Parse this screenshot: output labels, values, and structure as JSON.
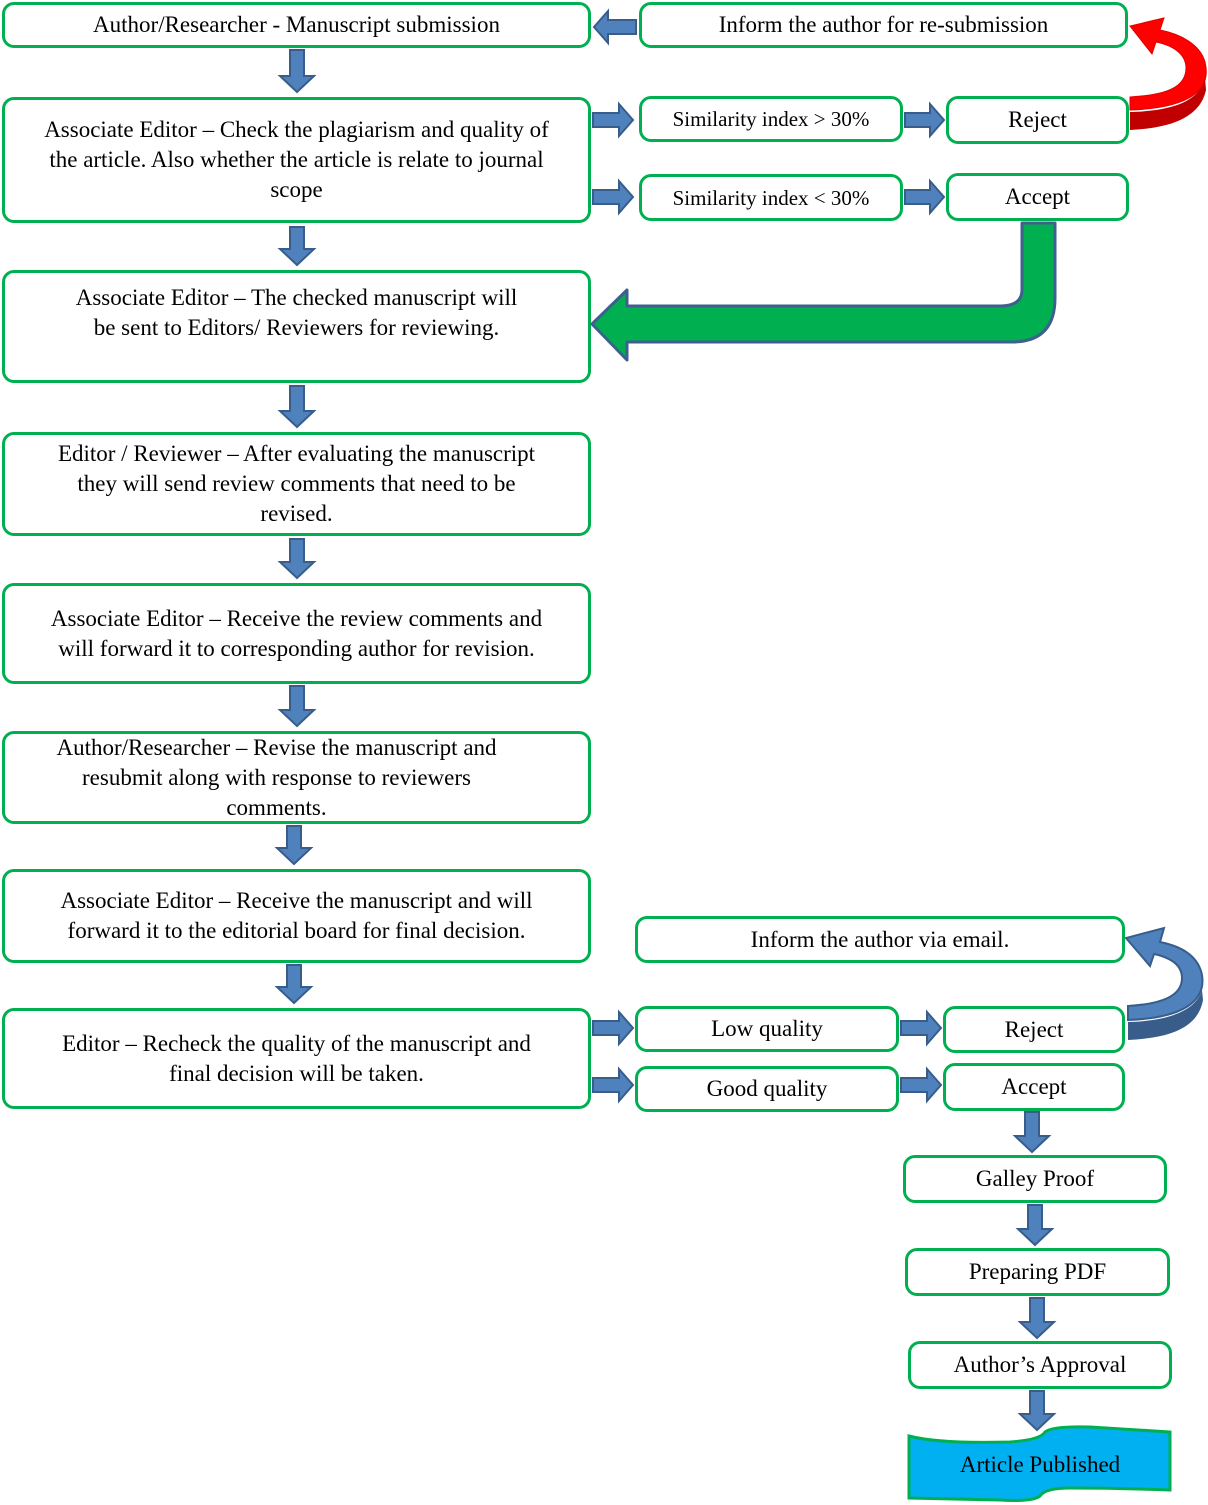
{
  "diagram": {
    "type": "flowchart",
    "title": "",
    "main_flow": [
      {
        "id": "submission",
        "text": "Author/Researcher - Manuscript submission"
      },
      {
        "id": "plagiarism-check",
        "text": "Associate Editor – Check the plagiarism and quality of the article. Also whether the article is relate to journal scope"
      },
      {
        "id": "send-to-reviewers",
        "text": "Associate Editor – The checked manuscript will be sent to Editors/ Reviewers for reviewing."
      },
      {
        "id": "review",
        "text": "Editor / Reviewer – After evaluating the manuscript they will send review comments that need to be revised."
      },
      {
        "id": "forward-comments",
        "text": "Associate Editor – Receive the review comments and will forward it to corresponding author for revision."
      },
      {
        "id": "revise",
        "text": "Author/Researcher – Revise the manuscript and resubmit along with response to reviewers comments."
      },
      {
        "id": "forward-board",
        "text": "Associate Editor – Receive the manuscript and will forward it to the editorial board for final decision."
      },
      {
        "id": "final-decision",
        "text": "Editor – Recheck the quality of the manuscript and final decision will be taken."
      }
    ],
    "similarity_branch": {
      "inform_resubmission": "Inform the author for re-submission",
      "high": "Similarity index > 30%",
      "low": "Similarity index < 30%",
      "reject": "Reject",
      "accept": "Accept"
    },
    "quality_branch": {
      "inform_email": "Inform the author via email.",
      "low": "Low quality",
      "good": "Good quality",
      "reject": "Reject",
      "accept": "Accept"
    },
    "publication_flow": [
      {
        "id": "galley-proof",
        "text": "Galley Proof"
      },
      {
        "id": "preparing-pdf",
        "text": "Preparing PDF"
      },
      {
        "id": "author-approval",
        "text": "Author’s Approval"
      },
      {
        "id": "article-published",
        "text": "Article Published"
      }
    ],
    "colors": {
      "box_border": "#00B050",
      "arrow_fill": "#4F81BD",
      "arrow_stroke": "#385D8A",
      "reject_loop_arrow": "#FF0000",
      "reject_loop_shadow": "#C00000",
      "accept_loop_arrow": "#00B050",
      "published_banner": "#00B0F0"
    }
  }
}
